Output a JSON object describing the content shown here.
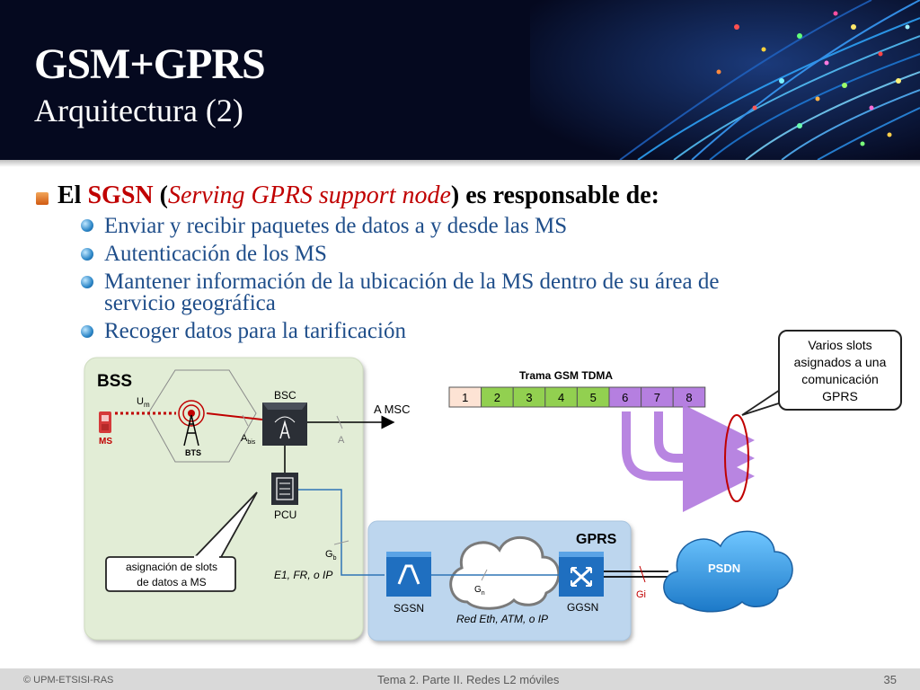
{
  "header": {
    "title": "GSM+GPRS",
    "subtitle": "Arquitectura (2)"
  },
  "main": {
    "bullet_prefix": "El ",
    "bullet_sgsn": "SGSN",
    "bullet_open_paren": " (",
    "bullet_italic": "Serving GPRS support node",
    "bullet_suffix": ") es responsable de:",
    "sub_bullets": [
      "Enviar y recibir paquetes de datos a y desde las MS",
      "Autenticación de los MS",
      "Mantener información de la ubicación de la MS dentro de su área de",
      "servicio geográfica",
      "Recoger datos para la tarificación"
    ]
  },
  "diagram": {
    "bss_label": "BSS",
    "gprs_label": "GPRS",
    "um_label": "U",
    "um_sub": "m",
    "bsc_label": "BSC",
    "abis_label": "A",
    "abis_sub": "bis",
    "a_label": "A",
    "a_msc_label": "A MSC",
    "ms_label": "MS",
    "bts_label": "BTS",
    "pcu_label": "PCU",
    "gb_label": "G",
    "gb_sub": "b",
    "gb_note": "E1, FR, o IP",
    "gn_label": "G",
    "gn_sub": "n",
    "gn_note": "Red Eth, ATM, o IP",
    "sgsn_label": "SGSN",
    "ggsn_label": "GGSN",
    "gi_label": "Gi",
    "psdn_label": "PSDN",
    "callout_slots_line1": "asignación de slots",
    "callout_slots_line2": "de datos a MS",
    "callout_varios_line1": "Varios slots",
    "callout_varios_line2": "asignados a una",
    "callout_varios_line3": "comunicación",
    "callout_varios_line4": "GPRS",
    "tdma_title": "Trama GSM TDMA",
    "tdma_slots": [
      "1",
      "2",
      "3",
      "4",
      "5",
      "6",
      "7",
      "8"
    ],
    "colors": {
      "slot_first": "#fde3d4",
      "slot_gsm": "#92d050",
      "slot_gprs": "#b57fe0",
      "bss_bg": "#e2edd6",
      "gprs_bg": "#bdd6ee",
      "callout_red": "#c00000"
    }
  },
  "footer": {
    "copyright": "© UPM-ETSISI-RAS",
    "course": "Tema 2. Parte II. Redes L2 móviles",
    "page": "35"
  }
}
